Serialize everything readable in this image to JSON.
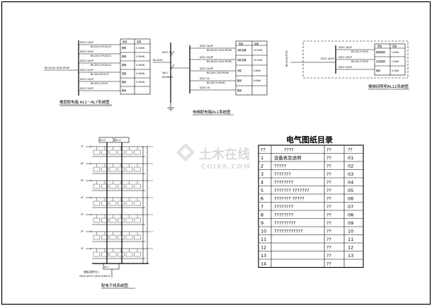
{
  "diagrams": {
    "top_left": {
      "caption": "楼层配电箱 AL1－AL7系统图",
      "headers": [
        "用途",
        "容量"
      ],
      "rows": [
        [
          "照明",
          "0.30kW"
        ],
        [
          "照明\n插座",
          "0.30kW"
        ],
        [
          "照明\n插座",
          "0.30kW"
        ],
        [
          "插座",
          "0.50kW"
        ],
        [
          "备用",
          "0.25kW"
        ],
        [
          "备用",
          ""
        ]
      ]
    },
    "top_middle": {
      "caption": "电梯配电箱AL1系统图",
      "headers": [
        "用途",
        "容量"
      ],
      "rows": [
        [
          "消防设备",
          "15.0kW"
        ],
        [
          "消防设备",
          "15.0kW"
        ],
        [
          "消防",
          "4.8kW"
        ],
        [
          "备用",
          "6.0kW"
        ],
        [
          "备用",
          ""
        ]
      ]
    },
    "top_right": {
      "caption": "楼梯间照明AL12系统图",
      "headers": [
        "用途",
        "容量"
      ],
      "rows": [
        [
          "楼梯照明",
          "1.0kW"
        ],
        [
          "应急照明",
          "1.0kW"
        ],
        [
          "备用",
          "0.5kW"
        ]
      ]
    },
    "riser": {
      "caption": "配电干线系统图",
      "floors": [
        "7F",
        "6F",
        "5F",
        "4F",
        "3F",
        "2F",
        "1F"
      ]
    }
  },
  "watermark": {
    "brand": "土木在线",
    "site": "COI88.COM"
  },
  "drawing_index": {
    "title": "电气图纸目录",
    "rows": [
      [
        "??",
        "????",
        "??",
        "??"
      ],
      [
        "1",
        "设备表及说明",
        "??",
        "01"
      ],
      [
        "2",
        "?????",
        "??",
        "02"
      ],
      [
        "3",
        "???????",
        "??",
        "03"
      ],
      [
        "4",
        "????????",
        "??",
        "04"
      ],
      [
        "5",
        "???????    ???????",
        "??",
        "05"
      ],
      [
        "6",
        "???????    ?????",
        "??",
        "06"
      ],
      [
        "7",
        "????????",
        "??",
        "07"
      ],
      [
        "8",
        "????????",
        "??",
        "08"
      ],
      [
        "9",
        "?????????",
        "??",
        "09"
      ],
      [
        "10",
        "????????????",
        "??",
        "10"
      ],
      [
        "11",
        "",
        "??",
        "11"
      ],
      [
        "12",
        "",
        "??",
        "12"
      ],
      [
        "13",
        "",
        "??",
        "13"
      ],
      [
        "14",
        "",
        "??",
        ""
      ]
    ]
  }
}
